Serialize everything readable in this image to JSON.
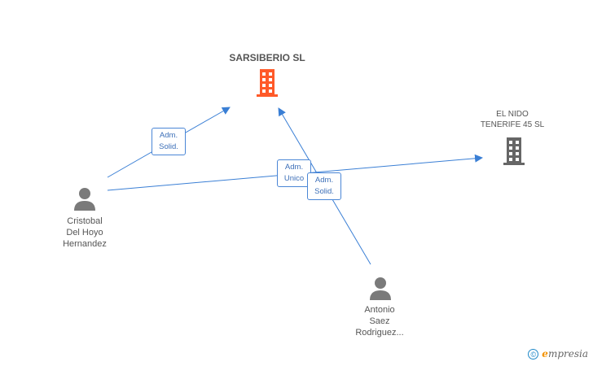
{
  "companies": {
    "main": {
      "name": "SARSIBERIO SL",
      "color": "#ff5a29"
    },
    "other": {
      "name_line1": "EL NIDO",
      "name_line2": "TENERIFE 45 SL",
      "color": "#666666"
    }
  },
  "people": {
    "cristobal": {
      "line1": "Cristobal",
      "line2": "Del Hoyo",
      "line3": "Hernandez"
    },
    "antonio": {
      "line1": "Antonio",
      "line2": "Saez",
      "line3": "Rodriguez..."
    }
  },
  "relations": {
    "cristobal_main": {
      "line1": "Adm.",
      "line2": "Solid."
    },
    "cristobal_other": {
      "line1": "Adm.",
      "line2": "Unico"
    },
    "antonio_main": {
      "line1": "Adm.",
      "line2": "Solid."
    }
  },
  "footer": {
    "copyright": "©",
    "brand_e": "e",
    "brand_rest": "mpresia"
  },
  "colors": {
    "edge": "#3a7fd5",
    "person": "#7a7a7a"
  }
}
